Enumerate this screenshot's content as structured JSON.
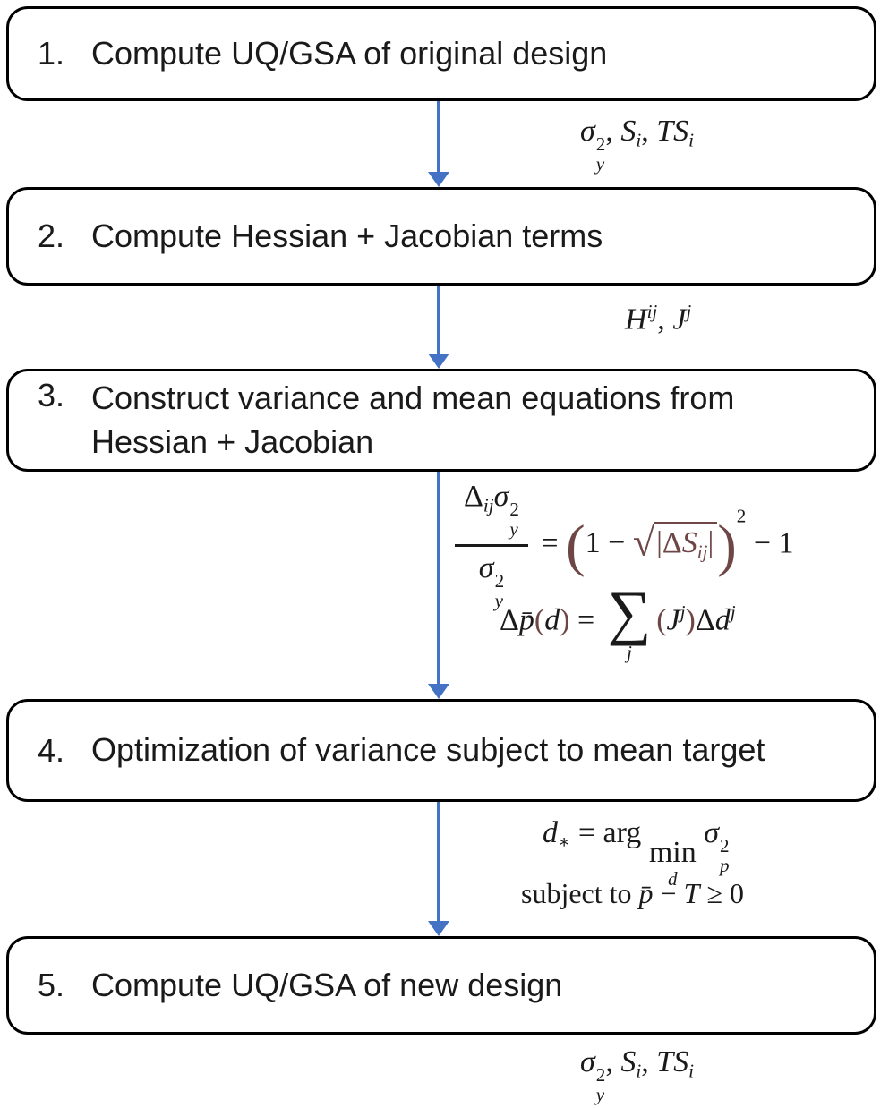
{
  "diagram": {
    "colors": {
      "background": "#ffffff",
      "ink": "#1a1a1a",
      "box_border": "#000000",
      "arrow": "#4472c4",
      "accent": "#6e4646"
    },
    "steps": [
      {
        "number": "1.",
        "label": "Compute UQ/GSA of original design"
      },
      {
        "number": "2.",
        "label": "Compute Hessian + Jacobian terms"
      },
      {
        "number": "3.",
        "label": "Construct variance and mean equations from\nHessian + Jacobian"
      },
      {
        "number": "4.",
        "label": "Optimization of variance subject to mean target"
      },
      {
        "number": "5.",
        "label": "Compute UQ/GSA of new design"
      }
    ],
    "annotations": {
      "after_step1": {
        "plain": "σy², Si, TSi",
        "tokens": [
          {
            "t": "it",
            "v": "σ"
          },
          {
            "t": "subsup",
            "sub": "y",
            "sup": "2"
          },
          {
            "t": "txt",
            "v": ", "
          },
          {
            "t": "it",
            "v": "S"
          },
          {
            "t": "sub",
            "v": "i"
          },
          {
            "t": "txt",
            "v": ", "
          },
          {
            "t": "it",
            "v": "TS"
          },
          {
            "t": "sub",
            "v": "i"
          }
        ]
      },
      "after_step2": {
        "plain": "Hij, Jj",
        "tokens": [
          {
            "t": "it",
            "v": "H"
          },
          {
            "t": "sup",
            "v": "ij"
          },
          {
            "t": "txt",
            "v": ", "
          },
          {
            "t": "it",
            "v": "J"
          },
          {
            "t": "sup",
            "v": "j"
          }
        ]
      },
      "variance_equation": {
        "plain": "Δijσy² / σy² = (1 − √|ΔSij|)² − 1",
        "tokens": [
          {
            "t": "frac",
            "num": [
              {
                "t": "txt",
                "v": "Δ"
              },
              {
                "t": "sub",
                "v": "ij"
              },
              {
                "t": "it",
                "v": "σ"
              },
              {
                "t": "subsup",
                "sub": "y",
                "sup": "2"
              }
            ],
            "den": [
              {
                "t": "it",
                "v": "σ"
              },
              {
                "t": "subsup",
                "sub": "y",
                "sup": "2"
              }
            ]
          },
          {
            "t": "txt",
            "v": " = "
          },
          {
            "t": "paren",
            "sup": "2",
            "c": "accent",
            "content": [
              {
                "t": "txt",
                "v": "1 − "
              },
              {
                "t": "sqrt",
                "c": "accent",
                "content": [
                  {
                    "t": "txt",
                    "v": "|Δ"
                  },
                  {
                    "t": "it",
                    "v": "S"
                  },
                  {
                    "t": "sub",
                    "v": "ij"
                  },
                  {
                    "t": "txt",
                    "v": "|"
                  }
                ]
              }
            ]
          },
          {
            "t": "txt",
            "v": " − 1"
          }
        ]
      },
      "mean_equation": {
        "plain": "Δp̄(d) = Σj (Jj)Δdj",
        "tokens": [
          {
            "t": "txt",
            "v": "Δ"
          },
          {
            "t": "it",
            "v": "p̄"
          },
          {
            "t": "txt",
            "v": "(",
            "c": "accent"
          },
          {
            "t": "it",
            "v": "d"
          },
          {
            "t": "txt",
            "v": ")",
            "c": "accent"
          },
          {
            "t": "txt",
            "v": " = "
          },
          {
            "t": "sum",
            "below": "j"
          },
          {
            "t": "txt",
            "v": "(",
            "c": "accent"
          },
          {
            "t": "it",
            "v": "J"
          },
          {
            "t": "sup",
            "v": "j"
          },
          {
            "t": "txt",
            "v": ")",
            "c": "accent"
          },
          {
            "t": "txt",
            "v": "Δ"
          },
          {
            "t": "it",
            "v": "d"
          },
          {
            "t": "sup",
            "v": "j"
          }
        ]
      },
      "optimization_objective": {
        "plain": "d∗ = arg min_d σp²",
        "tokens": [
          {
            "t": "it",
            "v": "d"
          },
          {
            "t": "sub",
            "v": "∗"
          },
          {
            "t": "txt",
            "v": " = arg "
          },
          {
            "t": "underop",
            "v": "min",
            "below": "d"
          },
          {
            "t": "txt",
            "v": " "
          },
          {
            "t": "it",
            "v": "σ"
          },
          {
            "t": "subsup",
            "sub": "p",
            "sup": "2"
          }
        ]
      },
      "optimization_constraint": {
        "plain": "subject to p̄ − T ≥ 0",
        "tokens": [
          {
            "t": "txt",
            "v": "subject to "
          },
          {
            "t": "it",
            "v": "p̄"
          },
          {
            "t": "txt",
            "v": " − "
          },
          {
            "t": "it",
            "v": "T"
          },
          {
            "t": "txt",
            "v": " ≥ 0"
          }
        ]
      },
      "after_step5": {
        "plain": "σy², Si, TSi",
        "tokens": [
          {
            "t": "it",
            "v": "σ"
          },
          {
            "t": "subsup",
            "sub": "y",
            "sup": "2"
          },
          {
            "t": "txt",
            "v": ", "
          },
          {
            "t": "it",
            "v": "S"
          },
          {
            "t": "sub",
            "v": "i"
          },
          {
            "t": "txt",
            "v": ", "
          },
          {
            "t": "it",
            "v": "TS"
          },
          {
            "t": "sub",
            "v": "i"
          }
        ]
      }
    }
  }
}
